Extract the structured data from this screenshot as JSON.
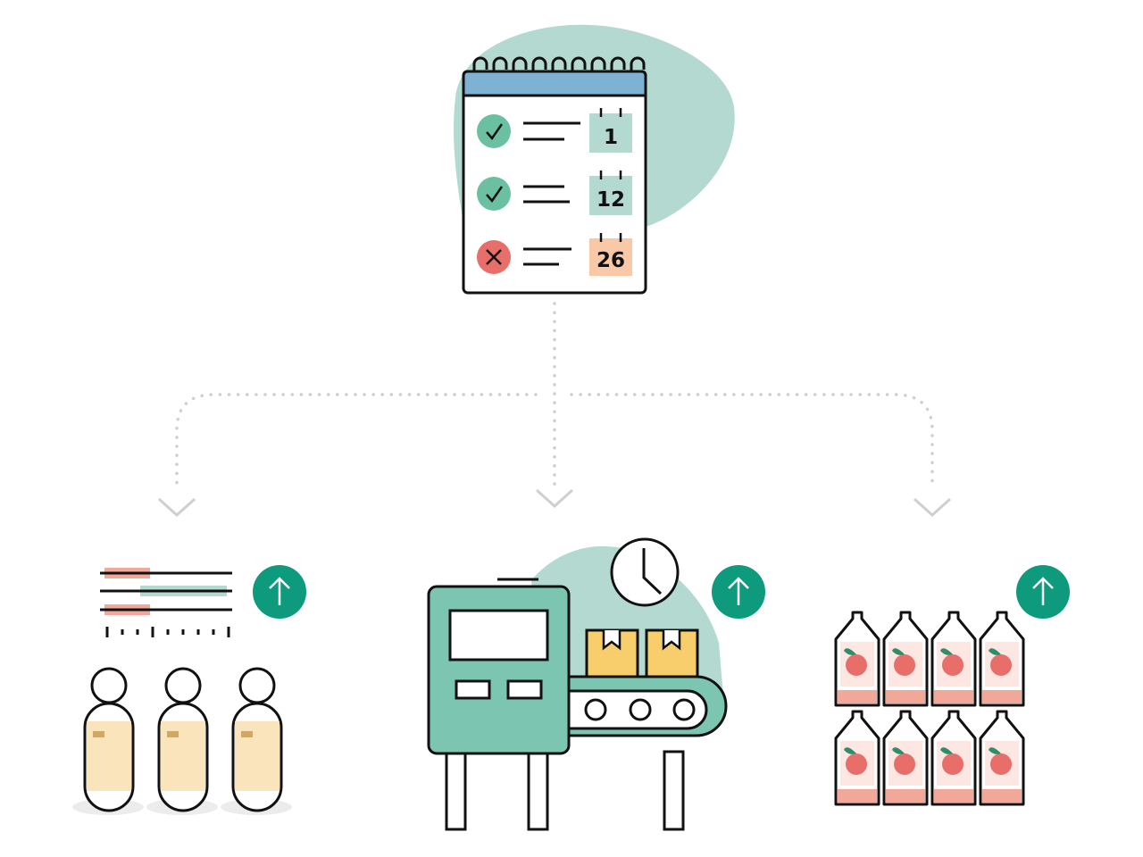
{
  "colors": {
    "teal_blob": "#b3d9d0",
    "machine_green": "#7cc5b0",
    "calendar_header": "#7fb2d2",
    "check_green": "#6cc0a2",
    "cross_red": "#e86e6a",
    "date_green": "#b3d9d0",
    "date_orange": "#f9c9a7",
    "arrow_badge": "#0e9a7d",
    "box_yellow": "#f8cd6c",
    "salmon": "#f1a898",
    "body_cream": "#fae4bc",
    "dots": "#cfcfcf",
    "stroke": "#111111"
  },
  "calendar": {
    "rows": [
      {
        "status": "check",
        "status_icon": "check-icon",
        "date": "1",
        "date_color": "green"
      },
      {
        "status": "check",
        "status_icon": "check-icon",
        "date": "12",
        "date_color": "green"
      },
      {
        "status": "cross",
        "status_icon": "cross-icon",
        "date": "26",
        "date_color": "orange"
      }
    ]
  },
  "outcomes": [
    {
      "id": "workforce",
      "icon": "workers-schedule-icon",
      "indicator": "arrow-up-icon"
    },
    {
      "id": "production",
      "icon": "conveyor-machine-icon",
      "indicator": "arrow-up-icon"
    },
    {
      "id": "inventory",
      "icon": "juice-cartons-icon",
      "indicator": "arrow-up-icon"
    }
  ]
}
